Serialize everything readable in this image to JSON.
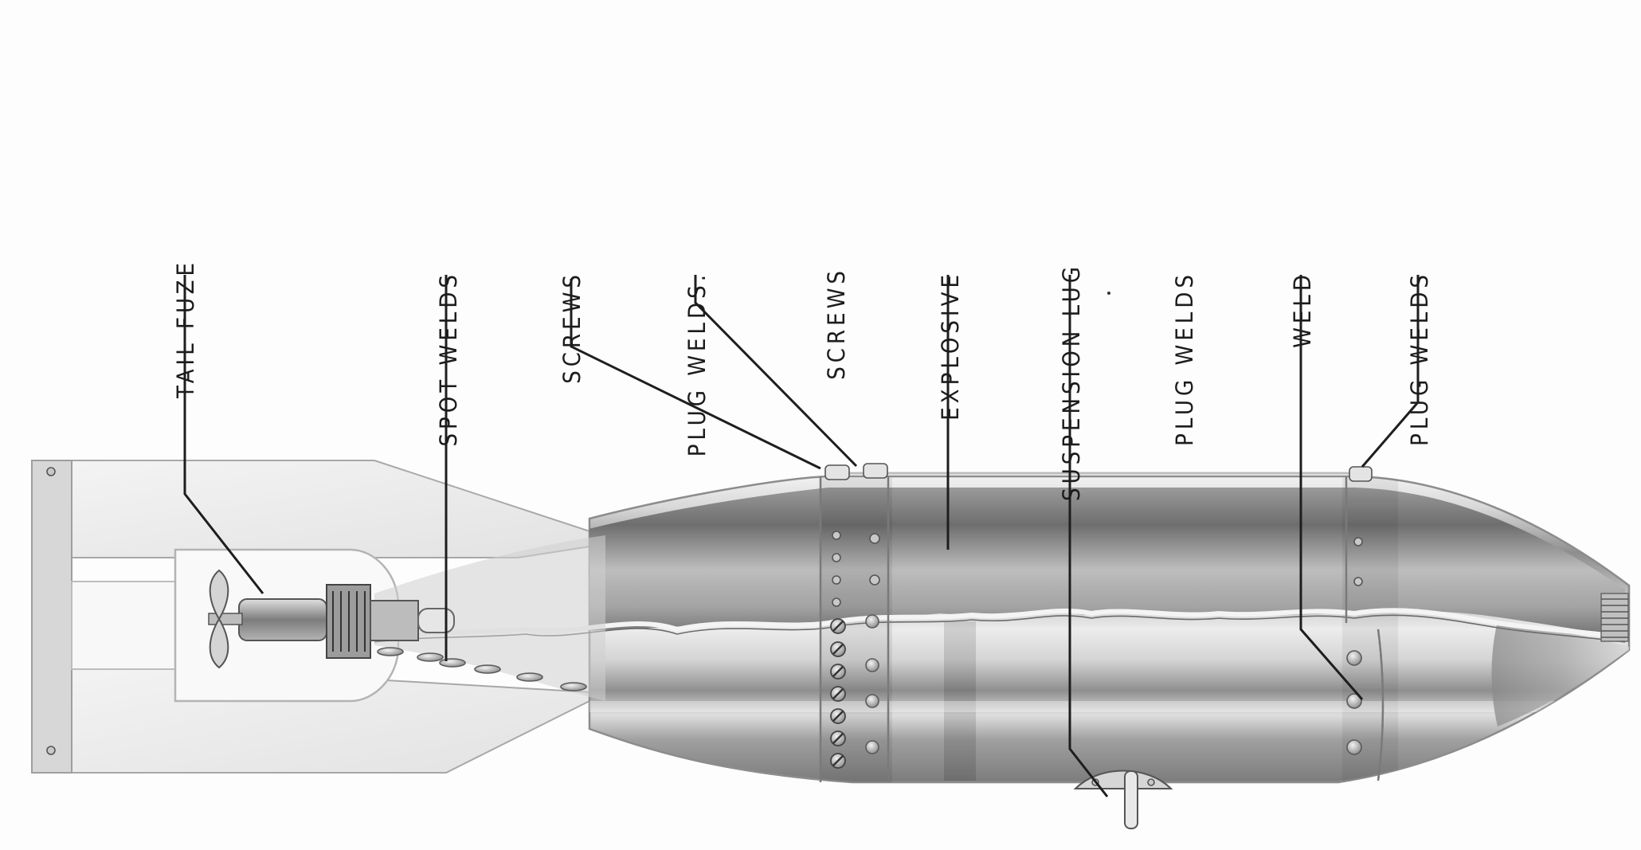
{
  "labels": {
    "tail_fuze": "TAIL FUZE",
    "spot_welds": "SPOT WELDS",
    "screws_1": "SCREWS",
    "plug_welds_1": "PLUG WELDS.",
    "screws_2": "SCREWS",
    "explosive": "EXPLOSIVE",
    "suspension_lug": "SUSPENSION LUG",
    "plug_welds_2": "PLUG WELDS",
    "weld": "WELD",
    "plug_welds_3": "PLUG WELDS"
  }
}
